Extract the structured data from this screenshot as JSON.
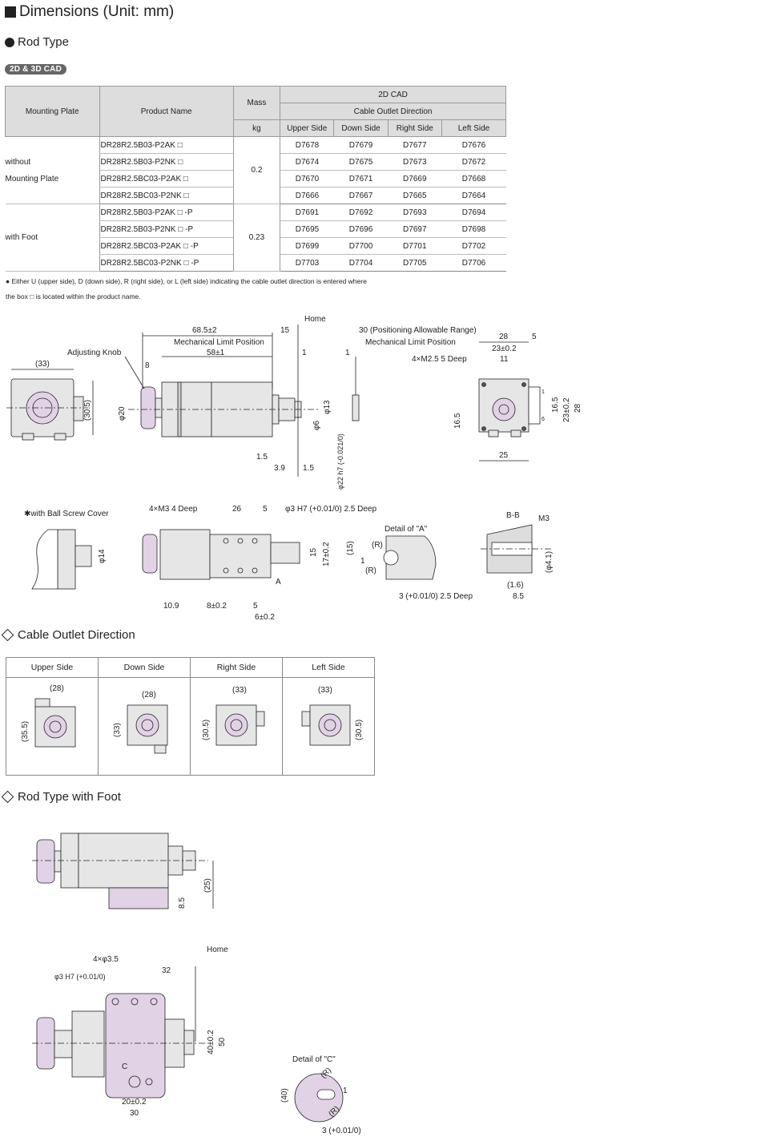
{
  "header": {
    "title": "Dimensions (Unit: mm)"
  },
  "section_rod": {
    "title": "Rod Type",
    "badge": "2D & 3D CAD"
  },
  "spec_table": {
    "headers": {
      "mounting_plate": "Mounting Plate",
      "product_name": "Product Name",
      "mass": "Mass",
      "mass_unit": "kg",
      "cad": "2D CAD",
      "cable_outlet": "Cable Outlet Direction",
      "upper": "Upper Side",
      "down": "Down Side",
      "right": "Right Side",
      "left": "Left Side"
    },
    "groups": [
      {
        "label_line1": "without",
        "label_line2": "Mounting Plate",
        "mass": "0.2",
        "rows": [
          {
            "name": "DR28R2.5B03-P2AK □",
            "u": "D7678",
            "d": "D7679",
            "r": "D7677",
            "l": "D7676"
          },
          {
            "name": "DR28R2.5B03-P2NK □",
            "u": "D7674",
            "d": "D7675",
            "r": "D7673",
            "l": "D7672"
          },
          {
            "name": "DR28R2.5BC03-P2AK □",
            "u": "D7670",
            "d": "D7671",
            "r": "D7669",
            "l": "D7668"
          },
          {
            "name": "DR28R2.5BC03-P2NK □",
            "u": "D7666",
            "d": "D7667",
            "r": "D7665",
            "l": "D7664"
          }
        ]
      },
      {
        "label_line1": "with Foot",
        "label_line2": "",
        "mass": "0.23",
        "rows": [
          {
            "name": "DR28R2.5B03-P2AK □ -P",
            "u": "D7691",
            "d": "D7692",
            "r": "D7693",
            "l": "D7694"
          },
          {
            "name": "DR28R2.5B03-P2NK □ -P",
            "u": "D7695",
            "d": "D7696",
            "r": "D7697",
            "l": "D7698"
          },
          {
            "name": "DR28R2.5BC03-P2AK □ -P",
            "u": "D7699",
            "d": "D7700",
            "r": "D7701",
            "l": "D7702"
          },
          {
            "name": "DR28R2.5BC03-P2NK □ -P",
            "u": "D7703",
            "d": "D7704",
            "r": "D7705",
            "l": "D7706"
          }
        ]
      }
    ]
  },
  "notes": {
    "line1": "● Either U (upper side), D (down side), R (right side), or L (left side) indicating the cable outlet direction is entered where",
    "line2": "the box □ is located within the product name."
  },
  "drawing1": {
    "home": "Home",
    "d68": "68.5±2",
    "d15": "15",
    "d30": "30 (Positioning Allowable Range)",
    "mlp_left": "Mechanical Limit Position",
    "mlp_right": "Mechanical Limit Position",
    "d58": "58±1",
    "d1a": "1",
    "d1b": "1",
    "adjusting_knob": "Adjusting Knob",
    "d33": "(33)",
    "d8": "8",
    "d305": "(30.5)",
    "phi20": "φ20",
    "phi13": "φ13",
    "phi6": "φ6",
    "d15b": "1.5",
    "d39": "3.9",
    "d15c": "1.5",
    "phi22": "φ22 h7 (-0.021/0)",
    "d28": "28",
    "d5": "5",
    "d23a": "23±0.2",
    "d11": "11",
    "m25": "4×M2.5 5 Deep",
    "d165a": "16.5",
    "d23b": "23±0.2",
    "d28b": "28",
    "d165b": "16.5",
    "d25": "25",
    "p1": "1",
    "p6": "6"
  },
  "drawing2": {
    "ball_screw": "✱with Ball Screw Cover",
    "phi14": "φ14",
    "m3": "4×M3 4 Deep",
    "d26": "26",
    "d5": "5",
    "phi3": "φ3 H7 (+0.01/0) 2.5 Deep",
    "d15": "15",
    "d17": "17±0.2",
    "d109": "10.9",
    "d8": "8±0.2",
    "d5b": "5",
    "d6": "6±0.2",
    "a": "A",
    "detail_a": "Detail of \"A\"",
    "d15p": "(15)",
    "r1": "(R)",
    "r2": "(R)",
    "one": "1",
    "d3": "3 (+0.01/0) 2.5 Deep",
    "bb": "B-B",
    "bm3": "M3",
    "d16": "(1.6)",
    "d85": "8.5",
    "phi41": "(φ4.1)"
  },
  "cable_outlet": {
    "title": "Cable Outlet Direction",
    "cols": [
      {
        "label": "Upper Side",
        "top": "(28)",
        "side": "(35.5)"
      },
      {
        "label": "Down Side",
        "top": "(28)",
        "side": "(33)"
      },
      {
        "label": "Right Side",
        "top": "(33)",
        "side": "(30.5)"
      },
      {
        "label": "Left Side",
        "top": "(33)",
        "side": "(30.5)"
      }
    ]
  },
  "foot": {
    "title": "Rod Type with Foot",
    "d25": "(25)",
    "d85": "8.5",
    "m35": "4×φ3.5",
    "home": "Home",
    "phi3": "φ3 H7 (+0.01/0)",
    "d32": "32",
    "d40": "40±0.2",
    "d50": "50",
    "c": "C",
    "d20": "20±0.2",
    "d30": "30",
    "detail_c": "Detail of \"C\"",
    "d40p": "(40)",
    "r1": "(R)",
    "r2": "(R)",
    "one": "1",
    "d3": "3 (+0.01/0)"
  },
  "colors": {
    "part_fill": "#e6e6e6",
    "pink": "#e2d2e6",
    "line": "#222"
  }
}
